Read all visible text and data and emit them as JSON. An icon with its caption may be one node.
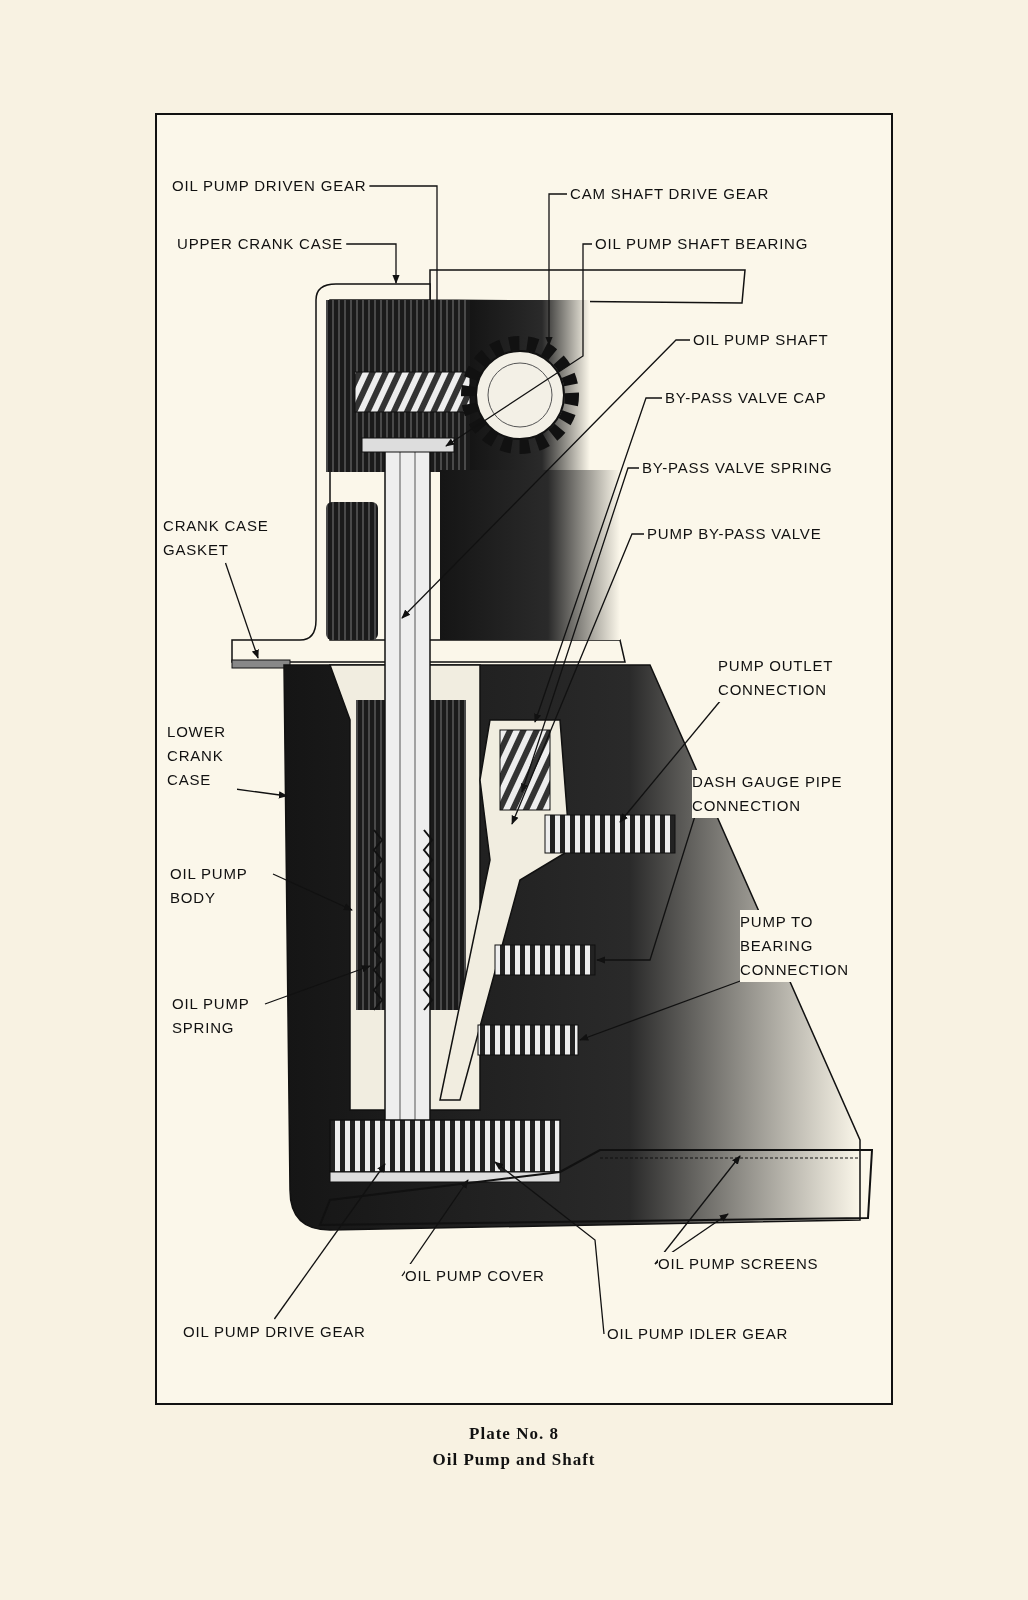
{
  "diagram": {
    "title": "Plate No. 8",
    "caption": "Oil Pump and Shaft",
    "nodes": [
      {
        "text": [
          "OIL PUMP DRIVEN GEAR"
        ]
      },
      {
        "text": [
          "CAM SHAFT DRIVE GEAR"
        ]
      },
      {
        "text": [
          "UPPER CRANK CASE"
        ]
      },
      {
        "text": [
          "OIL PUMP SHAFT BEARING"
        ]
      },
      {
        "text": [
          "OIL PUMP SHAFT"
        ]
      },
      {
        "text": [
          "BY-PASS VALVE CAP"
        ]
      },
      {
        "text": [
          "BY-PASS VALVE SPRING"
        ]
      },
      {
        "text": [
          "PUMP BY-PASS VALVE"
        ]
      },
      {
        "text": [
          "CRANK CASE GASKET"
        ]
      },
      {
        "text": [
          "PUMP OUTLET CONNECTION"
        ]
      },
      {
        "text": [
          "LOWER CRANK CASE"
        ]
      },
      {
        "text": [
          "DASH GAUGE PIPE CONNECTION"
        ]
      },
      {
        "text": [
          "OIL PUMP BODY"
        ]
      },
      {
        "text": [
          "PUMP TO BEARING CONNECTION"
        ]
      },
      {
        "text": [
          "OIL PUMP SPRING"
        ]
      },
      {
        "text": [
          "OIL PUMP COVER"
        ]
      },
      {
        "text": [
          "OIL PUMP SCREENS"
        ]
      },
      {
        "text": [
          "OIL PUMP DRIVE GEAR"
        ]
      },
      {
        "text": [
          "OIL PUMP IDLER GEAR"
        ]
      }
    ],
    "edges": [
      {
        "from": 0,
        "to": null,
        "arrow": "none"
      },
      {
        "from": 1,
        "to": null,
        "arrow": "to"
      },
      {
        "from": 2,
        "to": null,
        "arrow": "to"
      },
      {
        "from": 3,
        "to": null,
        "arrow": "to"
      },
      {
        "from": 4,
        "to": null,
        "arrow": "to"
      },
      {
        "from": 5,
        "to": null,
        "arrow": "to"
      },
      {
        "from": 6,
        "to": null,
        "arrow": "to"
      },
      {
        "from": 7,
        "to": null,
        "arrow": "to"
      },
      {
        "from": 8,
        "to": null,
        "arrow": "to"
      },
      {
        "from": 9,
        "to": null,
        "arrow": "to"
      },
      {
        "from": 10,
        "to": null,
        "arrow": "to"
      },
      {
        "from": 11,
        "to": null,
        "arrow": "to"
      },
      {
        "from": 12,
        "to": null,
        "arrow": "to"
      },
      {
        "from": 13,
        "to": null,
        "arrow": "to"
      },
      {
        "from": 14,
        "to": null,
        "arrow": "to"
      },
      {
        "from": 15,
        "to": null,
        "arrow": "to"
      },
      {
        "from": 16,
        "to": null,
        "arrow": "to"
      },
      {
        "from": 16,
        "to": null,
        "arrow": "to"
      },
      {
        "from": 17,
        "to": null,
        "arrow": "to"
      },
      {
        "from": 18,
        "to": null,
        "arrow": "to"
      }
    ]
  }
}
